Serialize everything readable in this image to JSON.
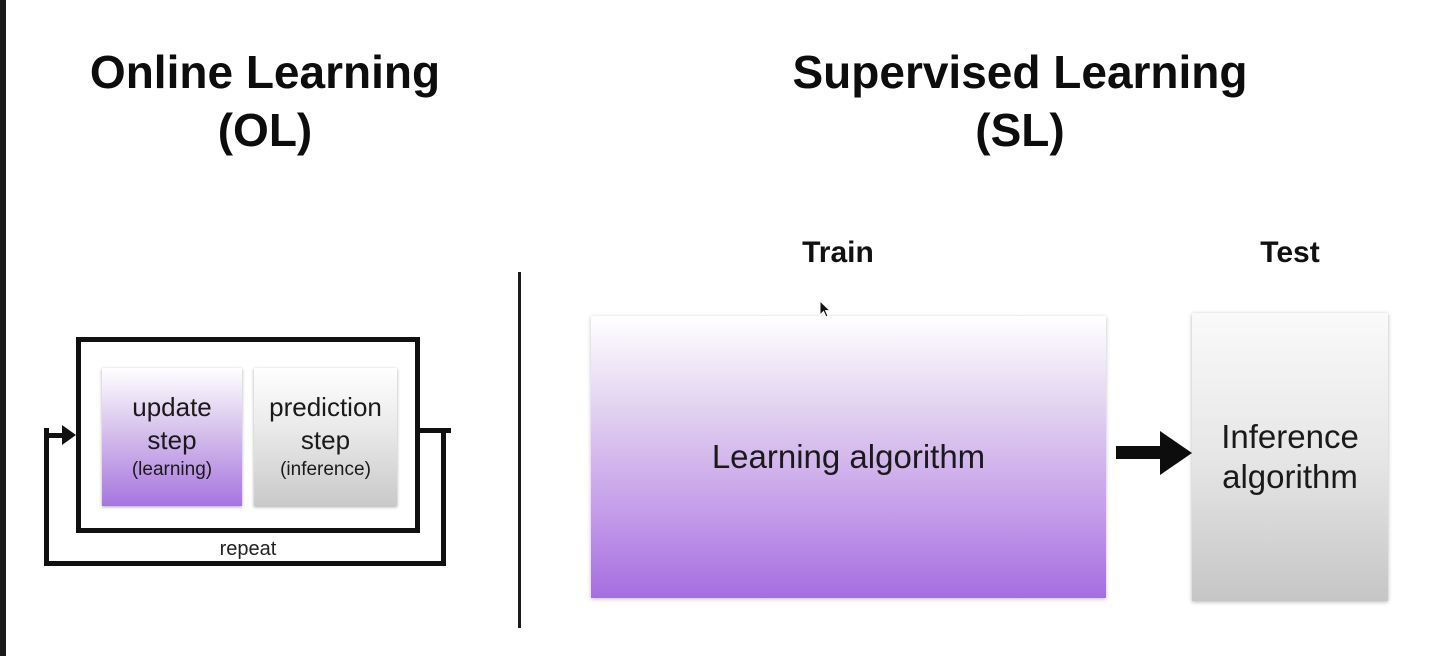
{
  "online_learning": {
    "title_line1": "Online Learning",
    "title_line2": "(OL)",
    "update_step": {
      "line1": "update",
      "line2": "step",
      "sub": "(learning)"
    },
    "prediction_step": {
      "line1": "prediction",
      "line2": "step",
      "sub": "(inference)"
    },
    "repeat_label": "repeat"
  },
  "supervised_learning": {
    "title_line1": "Supervised Learning",
    "title_line2": "(SL)",
    "train_label": "Train",
    "test_label": "Test",
    "learning_box": "Learning algorithm",
    "inference_box_line1": "Inference",
    "inference_box_line2": "algorithm"
  },
  "colors": {
    "learning_purple": "#a46ee0",
    "inference_gray": "#c6c6c6",
    "ink": "#111111"
  }
}
